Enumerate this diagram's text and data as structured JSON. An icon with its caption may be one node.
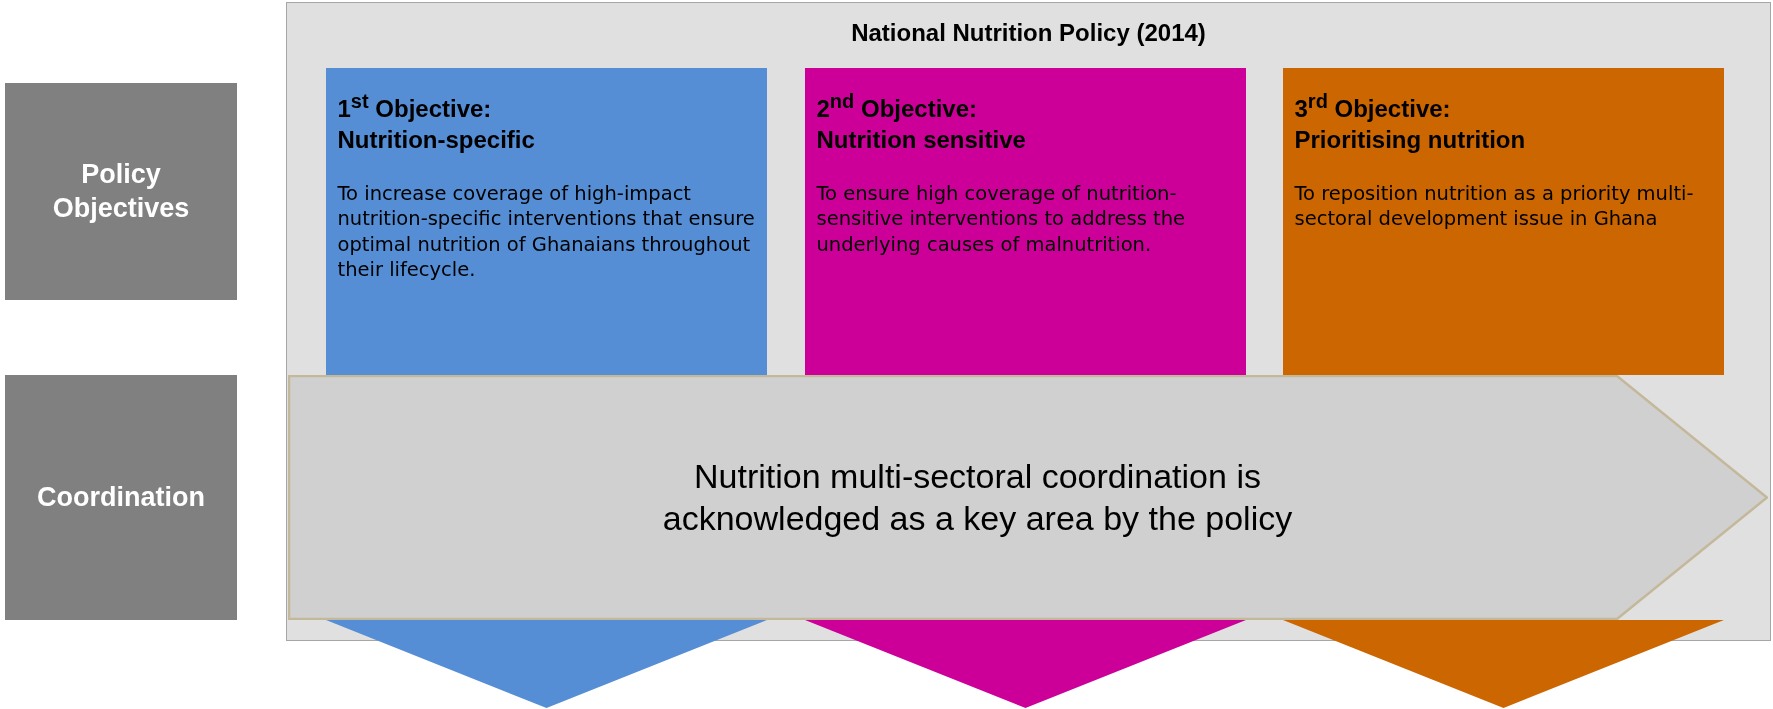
{
  "diagram": {
    "nodes": [
      {
        "text": [
          "National Nutrition Policy (2014)"
        ]
      },
      {
        "text": [
          "Policy Objectives"
        ]
      },
      {
        "text": [
          "Coordination"
        ]
      },
      {
        "text": [
          "1$^{st}$ Objective: Nutrition-specific",
          "To increase coverage of high-impact nutrition-specific interventions that ensure optimal nutrition of Ghanaians throughout their lifecycle."
        ],
        "in": 0
      },
      {
        "text": [
          "2$^{nd}$ Objective: Nutrition sensitive",
          "To ensure high coverage of nutrition-sensitive interventions to address the underlying causes of malnutrition."
        ],
        "in": 0
      },
      {
        "text": [
          "3$^{rd}$ Objective: Prioritising nutrition",
          "To reposition nutrition as a priority multi-sectoral development issue in Ghana"
        ],
        "in": 0
      },
      {
        "text": [
          "Nutrition multi-sectoral coordination is acknowledged as a key area by the policy"
        ],
        "in": 0
      },
      {
        "text": [],
        "shape": "triangle"
      },
      {
        "text": [],
        "shape": "triangle"
      },
      {
        "text": [],
        "shape": "triangle"
      }
    ]
  }
}
